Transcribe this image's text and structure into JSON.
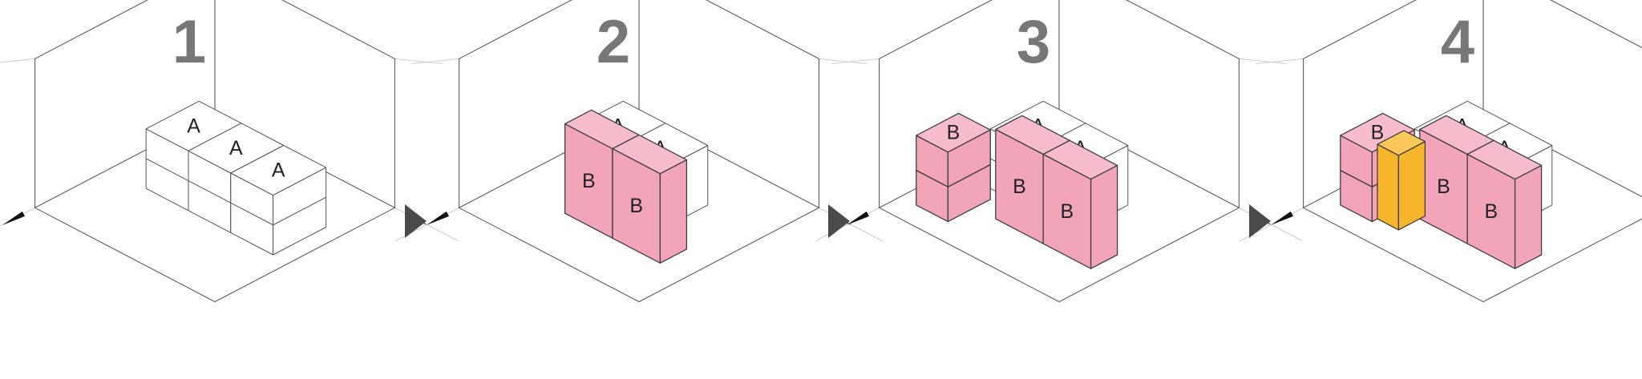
{
  "colors": {
    "pink": "#F2A5B8",
    "pink_top": "#F6BCCB",
    "orange": "#F7B52C",
    "orange_top": "#F9C75A",
    "line": "#555555",
    "number": "#777777",
    "arrow": "#4a4a4a"
  },
  "steps": [
    {
      "number": "1",
      "labels": [
        "A",
        "A",
        "A"
      ]
    },
    {
      "number": "2",
      "labels": [
        "A",
        "A",
        "B",
        "B"
      ]
    },
    {
      "number": "3",
      "labels": [
        "A",
        "A",
        "B",
        "B",
        "B"
      ]
    },
    {
      "number": "4",
      "labels": [
        "A",
        "A",
        "B",
        "B",
        "B"
      ]
    }
  ],
  "arrows": [
    "arrow-1-2",
    "arrow-2-3",
    "arrow-3-4"
  ]
}
